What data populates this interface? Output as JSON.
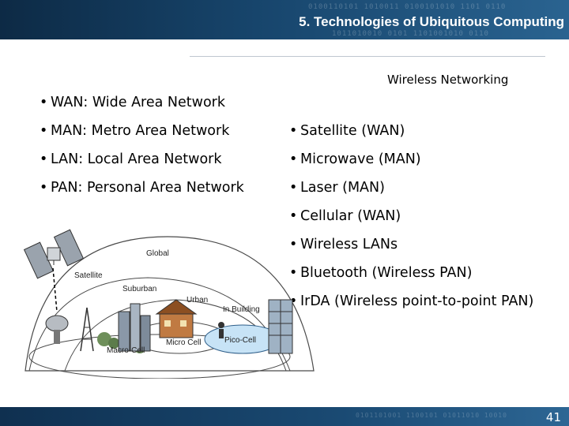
{
  "header": {
    "title": "5.  Technologies of Ubiquitous Computing"
  },
  "subtitle": "Wireless Networking",
  "left_items": [
    "WAN: Wide Area Network",
    "MAN: Metro Area Network",
    "LAN: Local Area Network",
    "PAN: Personal Area Network"
  ],
  "right_items": [
    "Satellite (WAN)",
    "Microwave (MAN)",
    "Laser (MAN)",
    "Cellular (WAN)",
    "Wireless LANs",
    "Bluetooth (Wireless PAN)",
    "IrDA (Wireless point-to-point PAN)"
  ],
  "diagram": {
    "labels": {
      "global": "Global",
      "satellite": "Satellite",
      "suburban": "Suburban",
      "urban": "Urban",
      "in_building": "In Building",
      "macro_cell": "Macro-Cell",
      "micro_cell": "Micro Cell",
      "pico_cell": "Pico-Cell"
    }
  },
  "footer": {
    "page_number": "41"
  },
  "colors": {
    "header_dark": "#0d2a45",
    "header_light": "#2a6390",
    "pico_cell_fill": "#c7e3f6"
  }
}
